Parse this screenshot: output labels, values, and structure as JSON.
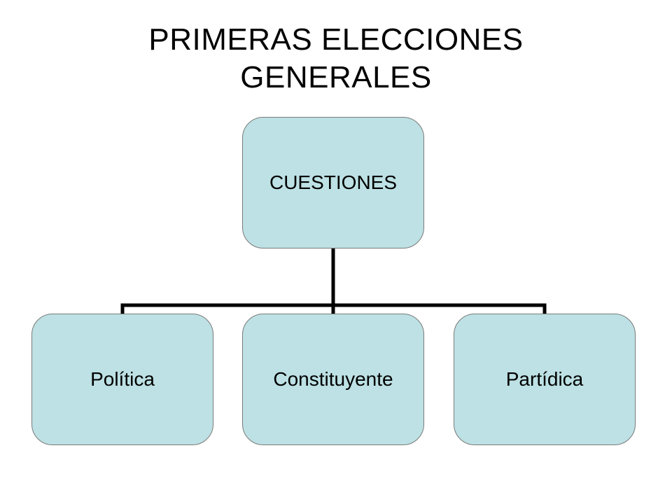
{
  "slide": {
    "title_line1": "PRIMERAS ELECCIONES",
    "title_line2": "GENERALES"
  },
  "diagram": {
    "root": {
      "label": "CUESTIONES"
    },
    "children": [
      {
        "label": "Política"
      },
      {
        "label": "Constituyente"
      },
      {
        "label": "Partídica"
      }
    ]
  },
  "colors": {
    "node_fill": "#bde1e4",
    "node_border": "#7a7a7a",
    "connector": "#000000",
    "text": "#000000",
    "background": "#ffffff"
  }
}
